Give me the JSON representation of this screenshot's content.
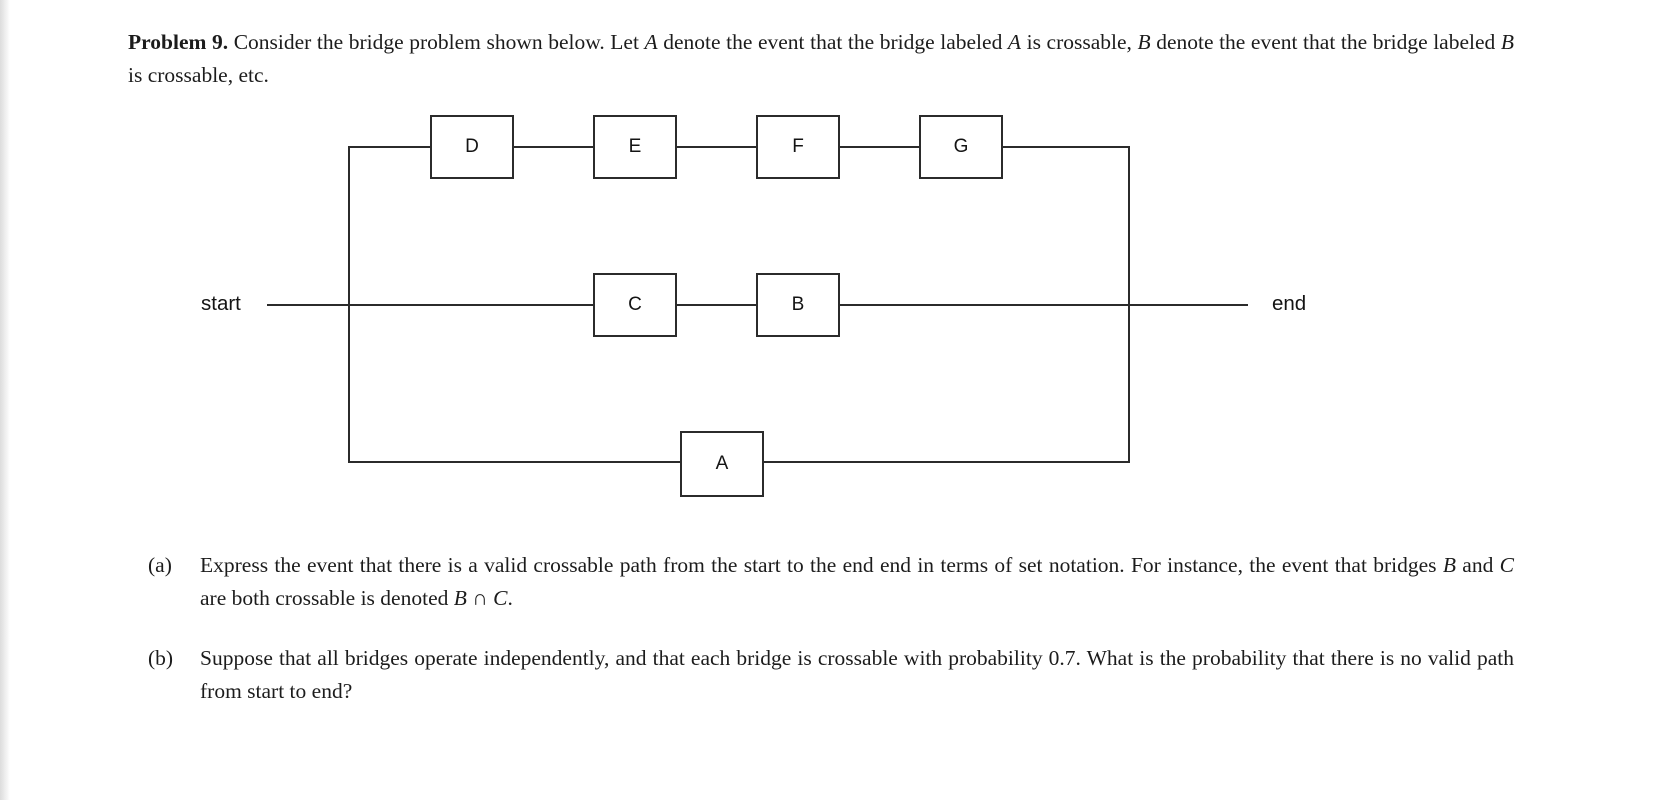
{
  "colors": {
    "ink": "#1c1c1c",
    "diagram_line": "#2b2b2b",
    "page_background": "#ffffff",
    "edge_strip": "#dcdcdc"
  },
  "problem": {
    "intro_runs": [
      {
        "text": "Problem 9.",
        "style": "bold"
      },
      {
        "text": " Consider the bridge problem shown below. Let ",
        "style": "normal"
      },
      {
        "text": "A",
        "style": "italic"
      },
      {
        "text": " denote the event that the bridge labeled ",
        "style": "normal"
      },
      {
        "text": "A",
        "style": "italic"
      },
      {
        "text": " is crossable, ",
        "style": "normal"
      },
      {
        "text": "B",
        "style": "italic"
      },
      {
        "text": " denote the event that the bridge labeled ",
        "style": "normal"
      },
      {
        "text": "B",
        "style": "italic"
      },
      {
        "text": " is crossable, etc.",
        "style": "normal"
      }
    ]
  },
  "diagram": {
    "start_label": "start",
    "end_label": "end",
    "top_path_boxes": [
      "D",
      "E",
      "F",
      "G"
    ],
    "middle_path_boxes": [
      "C",
      "B"
    ],
    "bottom_path_boxes": [
      "A"
    ]
  },
  "parts": [
    {
      "marker": "(a)",
      "runs": [
        {
          "text": "Express the event that there is a valid crossable path from the start to the end end in terms of set notation. For instance, the event that bridges ",
          "style": "normal"
        },
        {
          "text": "B",
          "style": "italic"
        },
        {
          "text": " and ",
          "style": "normal"
        },
        {
          "text": "C",
          "style": "italic"
        },
        {
          "text": " are both crossable is denoted ",
          "style": "normal"
        },
        {
          "text": "B",
          "style": "italic"
        },
        {
          "text": " ∩ ",
          "style": "normal"
        },
        {
          "text": "C",
          "style": "italic"
        },
        {
          "text": ".",
          "style": "normal"
        }
      ]
    },
    {
      "marker": "(b)",
      "runs": [
        {
          "text": "Suppose that all bridges operate independently, and that each bridge is crossable with probability 0.7. What is the probability that there is no valid path from start to end?",
          "style": "normal"
        }
      ]
    }
  ]
}
